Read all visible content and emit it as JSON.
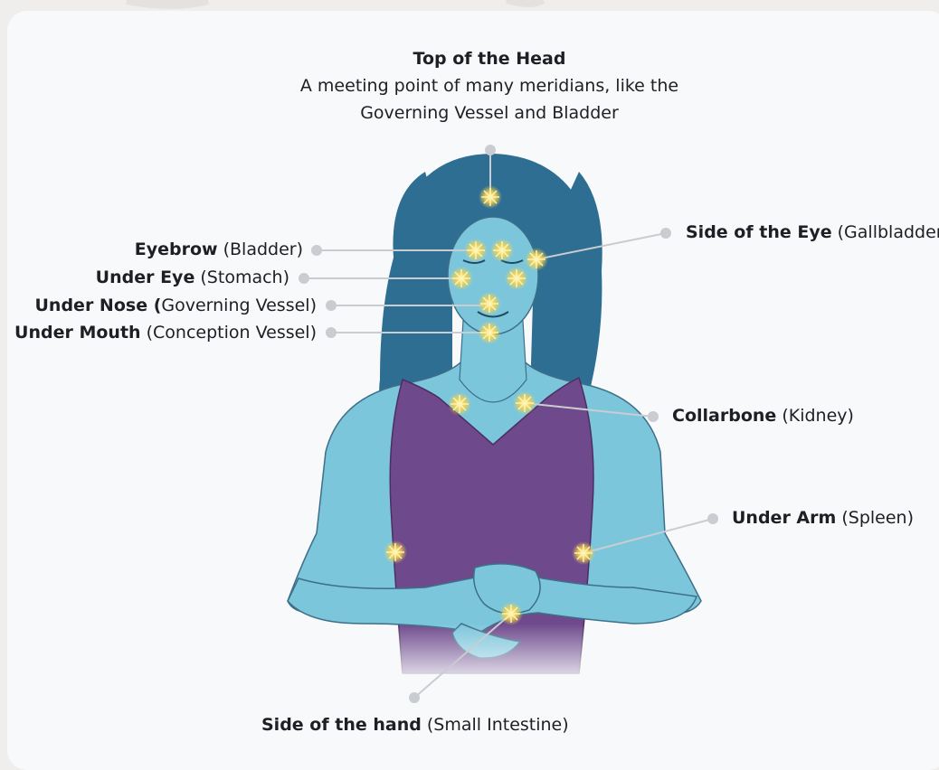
{
  "header": {
    "title": "Top of the Head",
    "desc_line1": "A meeting point of many meridians, like the",
    "desc_line2": "Governing Vessel and Bladder"
  },
  "points": {
    "eyebrow": {
      "name": "Eyebrow",
      "meridian": "(Bladder)"
    },
    "under_eye": {
      "name": "Under Eye",
      "meridian": "(Stomach)"
    },
    "under_nose": {
      "name": "Under Nose (",
      "meridian": "Governing Vessel)"
    },
    "under_mouth": {
      "name": "Under Mouth",
      "meridian": "(Conception Vessel)"
    },
    "side_eye": {
      "name": "Side of the Eye",
      "meridian": "(Gallbladder)"
    },
    "collarbone": {
      "name": "Collarbone",
      "meridian": "(Kidney)"
    },
    "under_arm": {
      "name": "Under Arm",
      "meridian": "(Spleen)"
    },
    "side_hand": {
      "name": "Side of the hand",
      "meridian": "(Small Intestine)"
    }
  },
  "colors": {
    "skin": "#7cc6dc",
    "hair": "#2e6e93",
    "top": "#6e4a8c",
    "glow": "#f5d24a",
    "leader": "#c9ccd1"
  }
}
